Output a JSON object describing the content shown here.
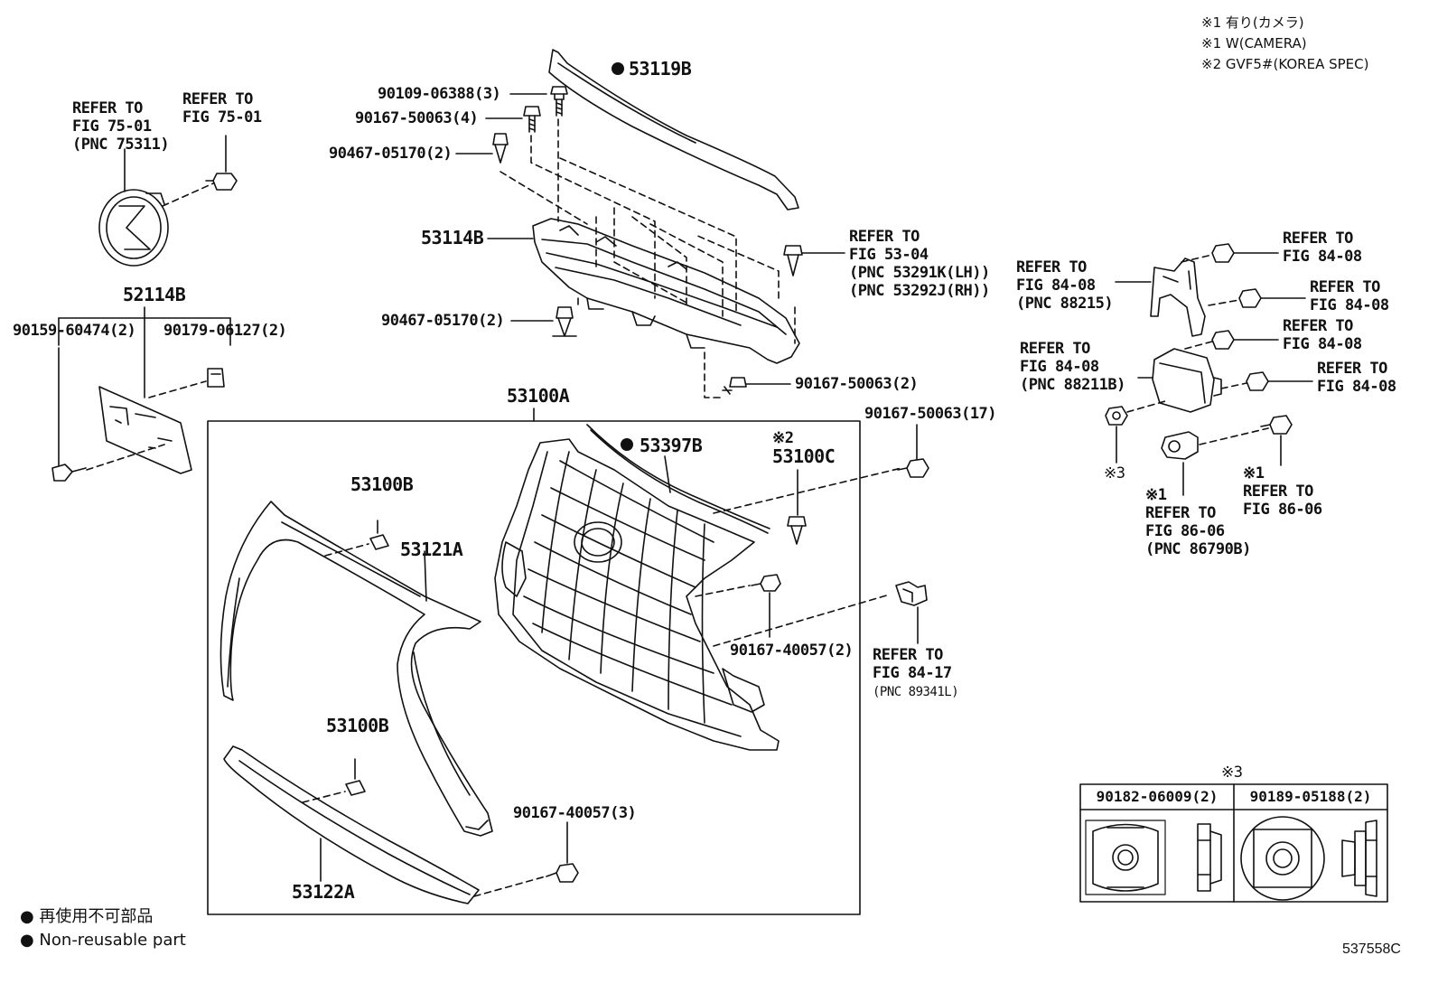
{
  "notes": [
    "※1 有り(カメラ)",
    "※1 W(CAMERA)",
    "※2 GVF5#(KOREA SPEC)"
  ],
  "labels": {
    "p53119B": "53119B",
    "p90109_06388": "90109-06388(3)",
    "p90167_50063_4": "90167-50063(4)",
    "p90467_05170_2a": "90467-05170(2)",
    "p53114B": "53114B",
    "p90467_05170_2b": "90467-05170(2)",
    "p90167_50063_2": "90167-50063(2)",
    "ref_53_04": "REFER TO\nFIG 53-04\n(PNC 53291K(LH))\n(PNC 53292J(RH))",
    "ref_75_01_pnc": "REFER TO\nFIG 75-01\n(PNC 75311)",
    "ref_75_01": "REFER TO\nFIG 75-01",
    "p52114B": "52114B",
    "p90159_60474": "90159-60474(2)",
    "p90179_06127": "90179-06127(2)",
    "p53100A": "53100A",
    "p53397B": "53397B",
    "mark2": "※2",
    "p53100C": "53100C",
    "p90167_50063_17": "90167-50063(17)",
    "p53100B_a": "53100B",
    "p53121A": "53121A",
    "p90167_40057_2": "90167-40057(2)",
    "ref_84_17": "REFER TO\nFIG 84-17",
    "ref_84_17_pnc": "(PNC 89341L)",
    "p53100B_b": "53100B",
    "p90167_40057_3": "90167-40057(3)",
    "p53122A": "53122A",
    "ref_88215": "REFER TO\nFIG 84-08\n(PNC 88215)",
    "ref_84_08_a": "REFER TO\nFIG 84-08",
    "ref_84_08_b": "REFER TO\nFIG 84-08",
    "ref_84_08_c": "REFER TO\nFIG 84-08",
    "ref_88211B": "REFER TO\nFIG 84-08\n(PNC 88211B)",
    "ref_84_08_d": "REFER TO\nFIG 84-08",
    "mark3": "※3",
    "ref_86_06_pnc": "※1\nREFER TO\nFIG 86-06\n(PNC 86790B)",
    "ref_86_06": "※1\nREFER TO\nFIG 86-06"
  },
  "table": {
    "mark": "※3",
    "col1": "90182-06009(2)",
    "col2": "90189-05188(2)"
  },
  "legend": [
    "● 再使用不可部品",
    "● Non-reusable part"
  ],
  "figure_id": "537558C"
}
